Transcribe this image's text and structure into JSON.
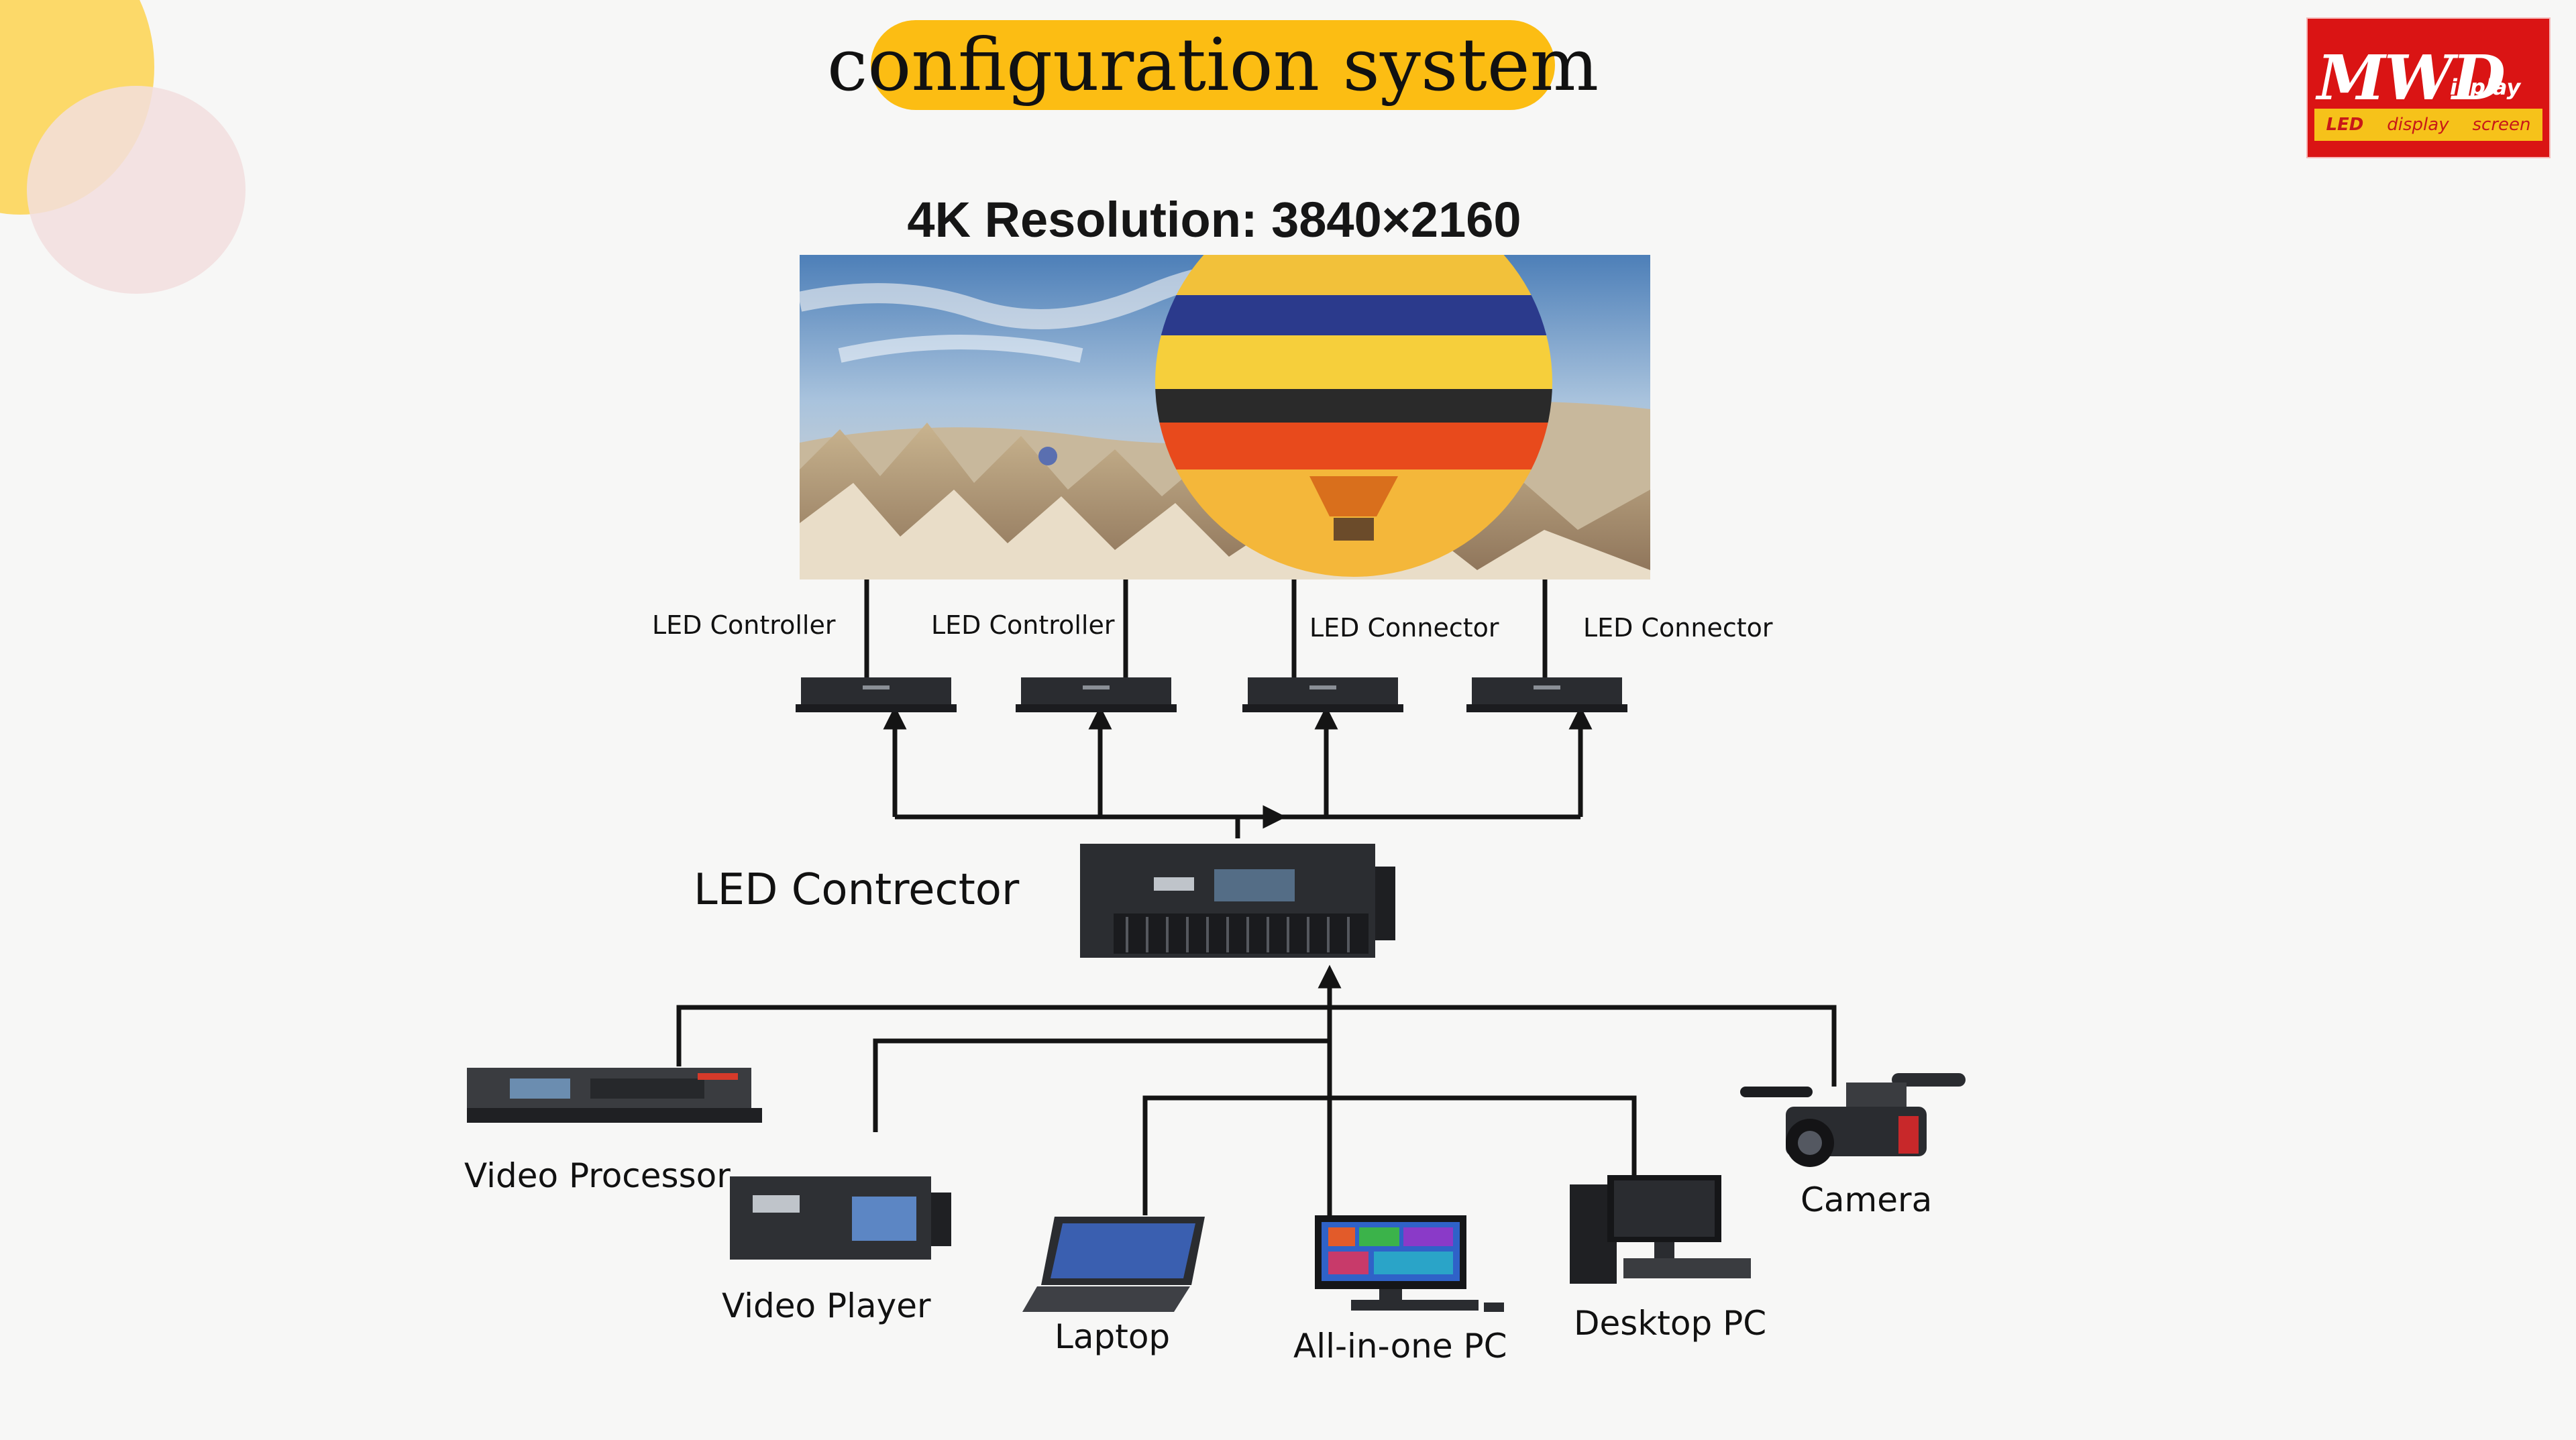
{
  "header": {
    "title": "configuration system"
  },
  "logo": {
    "brand": "MWD",
    "brand_suffix": "isplay",
    "tag_words": [
      "LED",
      "display",
      "screen"
    ]
  },
  "diagram": {
    "screen_title": "4K Resolution: 3840×2160",
    "top_devices": [
      "LED Controller",
      "LED Controller",
      "LED Connector",
      "LED Connector"
    ],
    "central_device": "LED Contrector",
    "sources": {
      "video_processor": "Video Processor",
      "video_player": "Video Player",
      "laptop": "Laptop",
      "all_in_one": "All-in-one PC",
      "desktop": "Desktop PC",
      "camera": "Camera"
    }
  },
  "colors": {
    "accent": "#fcbd13",
    "brand": "#da1414",
    "line": "#141414"
  }
}
